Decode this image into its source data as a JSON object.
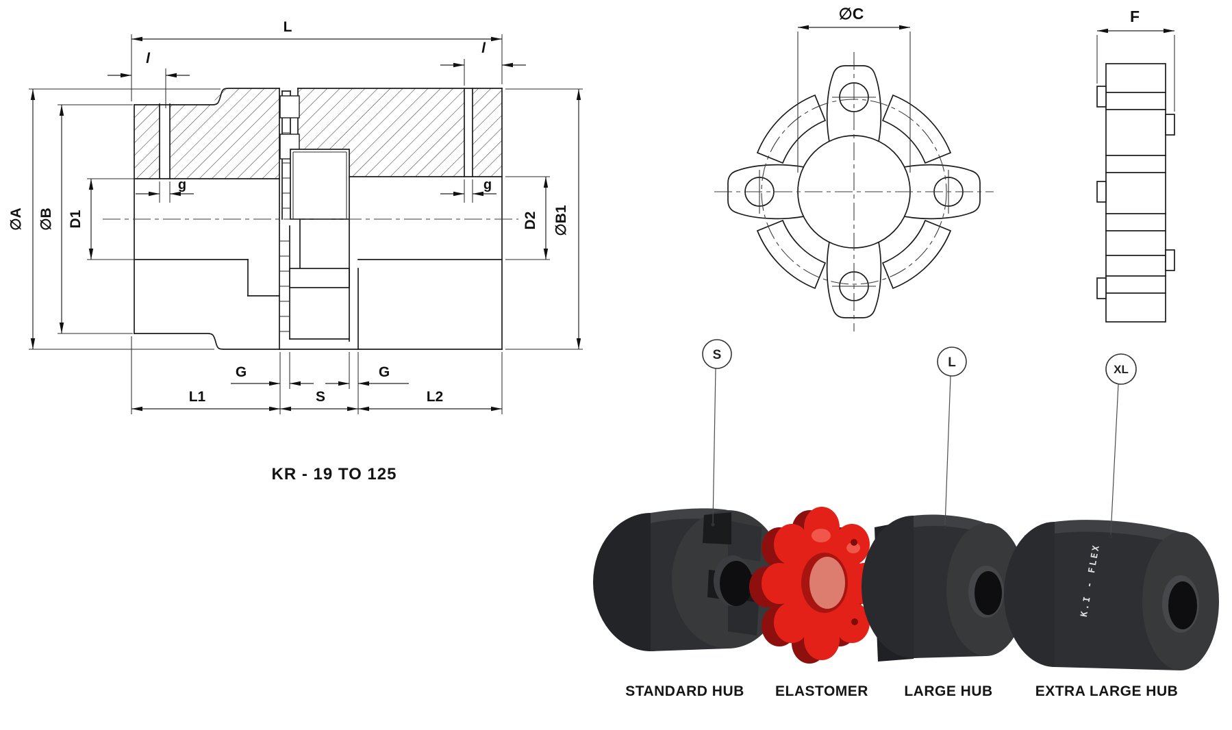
{
  "sheet": {
    "model_range": "KR - 19 TO 125",
    "brand_marking": "K.I - FLEX"
  },
  "cross_section": {
    "labels": {
      "L": "L",
      "l_left": "l",
      "l_right": "l",
      "g_left": "g",
      "g_right": "g",
      "dia_A": "∅A",
      "dia_B": "∅B",
      "D1": "D1",
      "D2": "D2",
      "dia_B1": "∅B1",
      "G_left": "G",
      "G_right": "G",
      "S": "S",
      "L1": "L1",
      "L2": "L2"
    }
  },
  "elastomer_front_view": {
    "labels": {
      "dia_C": "∅C"
    }
  },
  "elastomer_side_view": {
    "labels": {
      "F": "F"
    }
  },
  "exploded_view": {
    "balloons": {
      "standard": "S",
      "large": "L",
      "extra_large": "XL"
    },
    "captions": {
      "standard": "STANDARD HUB",
      "elastomer": "ELASTOMER",
      "large": "LARGE HUB",
      "extra_large": "EXTRA LARGE HUB"
    }
  },
  "colors": {
    "line": "#1b1b1b",
    "elastomer_red": "#e32119",
    "elastomer_red_dark": "#8e100e",
    "hub_body": "#2e2f32",
    "hub_face": "#38393b",
    "bore_dark": "#0e0e10"
  }
}
